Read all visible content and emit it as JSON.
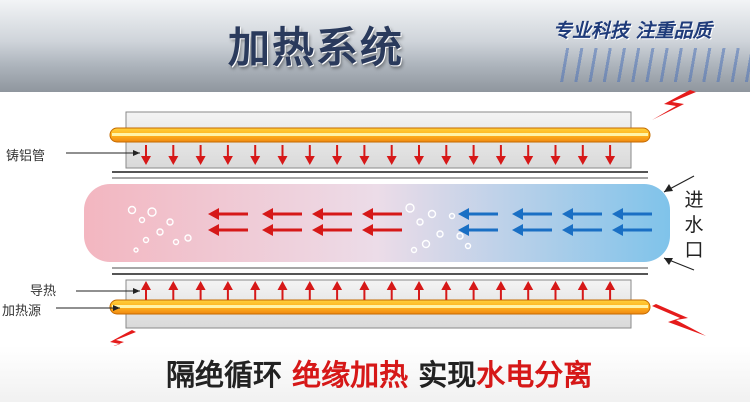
{
  "header": {
    "title": "加热系统",
    "slogan": "专业科技 注重品质"
  },
  "labels": {
    "cast_aluminum_tube": "铸铝管",
    "heat_conduction": "导热",
    "heating_source": "加热源",
    "water_inlet": [
      "进",
      "水",
      "口"
    ]
  },
  "footer": {
    "part1": "隔绝循环",
    "part2": "绝缘加热",
    "part3": "实现",
    "part4": "水电分离"
  },
  "colors": {
    "title": "#2a3a5c",
    "heater_orange": "#f5a623",
    "heater_yellow": "#ffe066",
    "arrow_red": "#d61818",
    "arrow_blue": "#1a6fc4",
    "water_warm": "#f2b7c2",
    "water_cool": "#84c6ec"
  },
  "icons": [
    "lightning-bolt-icon",
    "bubble-icon",
    "arrow-icon"
  ]
}
